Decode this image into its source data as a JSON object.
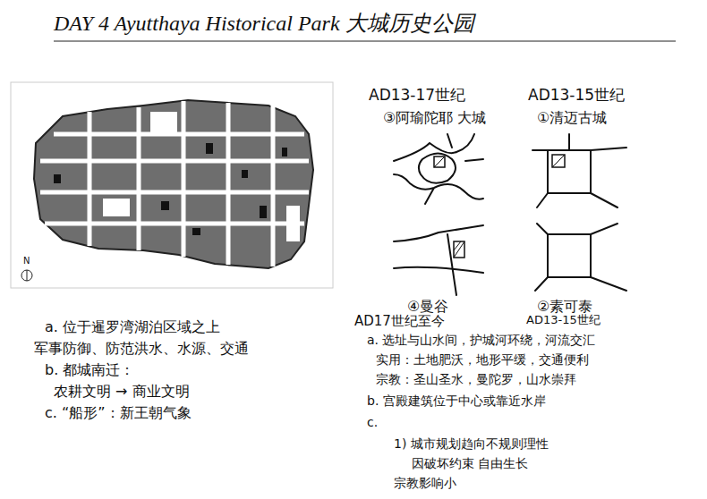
{
  "diagram": {
    "title": "DAY 4 Ayutthaya Historical Park 大城历史公园",
    "labels": [
      "AD13-17世纪",
      "③阿瑜陀耶 大城",
      "AD13-15世纪",
      "①清迈古城",
      "④曼谷",
      "AD17世纪至今",
      "②素可泰",
      "AD13-15世纪",
      "N",
      "a. 位于暹罗湾湖泊区域之上",
      "军事防御、防范洪水、水源、交通",
      "b. 都城南迁：",
      "农耕文明 → 商业文明",
      "c. “船形”：新王朝气象",
      "a. 选址与山水间，护城河环绕，河流交汇",
      "实用：土地肥沃，地形平缓，交通便利",
      "宗教：圣山圣水，曼陀罗，山水崇拜",
      "b. 宫殿建筑位于中心或靠近水岸",
      "c.",
      "1) 城市规划趋向不规则理性",
      "因破坏约束 自由生长",
      "宗教影响小"
    ]
  }
}
